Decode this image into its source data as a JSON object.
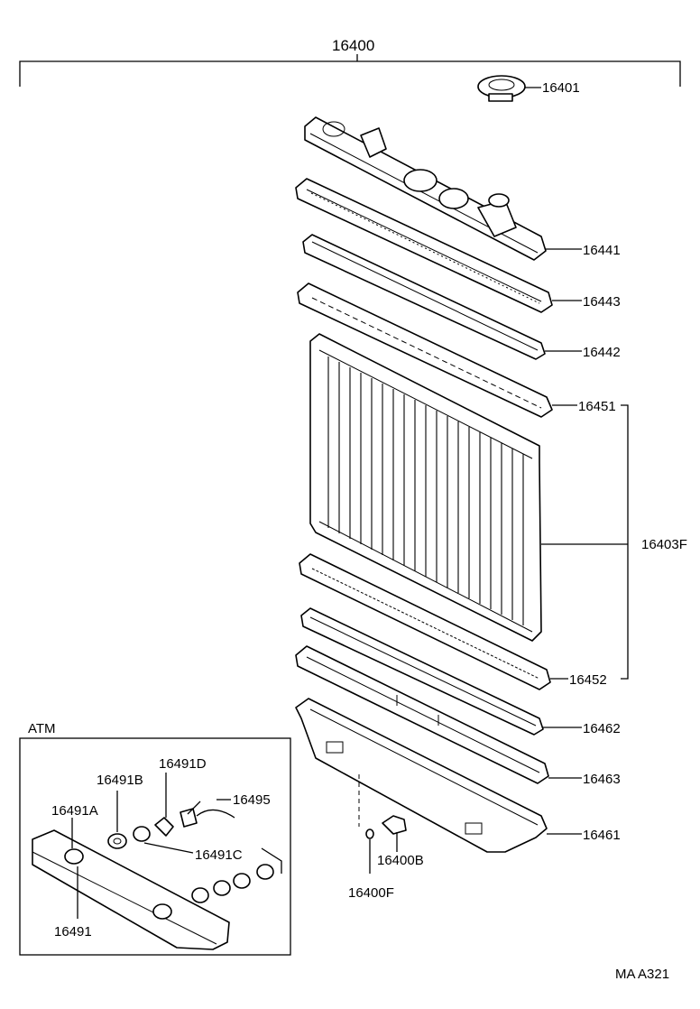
{
  "diagram": {
    "assembly_label": "16400",
    "inset_title": "ATM",
    "footer_code": "MA  A321",
    "part_labels": {
      "p16401": "16401",
      "p16441": "16441",
      "p16443": "16443",
      "p16442": "16442",
      "p16451": "16451",
      "p16403F": "16403F",
      "p16452": "16452",
      "p16462": "16462",
      "p16463": "16463",
      "p16461": "16461",
      "p16400B": "16400B",
      "p16400F": "16400F",
      "p16491D": "16491D",
      "p16491B": "16491B",
      "p16495": "16495",
      "p16491A": "16491A",
      "p16491C": "16491C",
      "p16491": "16491"
    }
  }
}
